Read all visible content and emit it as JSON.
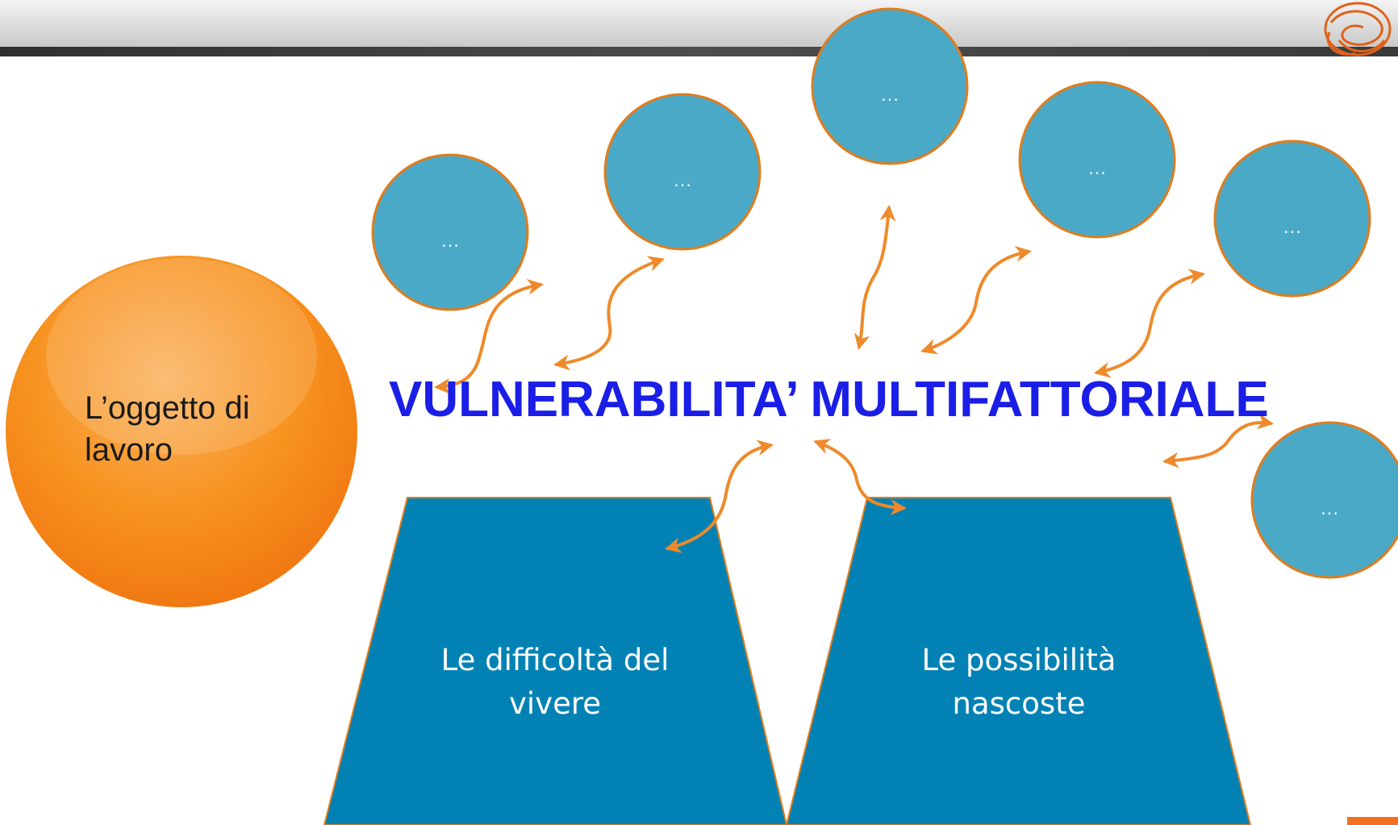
{
  "slide": {
    "topic_label": "L’oggetto di lavoro",
    "main_title": "VULNERABILITA’ MULTIFATTORIALE",
    "blocks": [
      {
        "label": "Le difficoltà del vivere"
      },
      {
        "label": "Le possibilità nascoste"
      }
    ],
    "bubbles": [
      "…",
      "…",
      "…",
      "…",
      "…",
      "…"
    ],
    "colors": {
      "title": "#1a1ee6",
      "topic_circle": "#f58a1f",
      "bubble_fill": "#4aa9c6",
      "bubble_stroke": "#e07c1c",
      "block_fill": "#0282b4",
      "arrow": "#ee8a2a"
    }
  }
}
